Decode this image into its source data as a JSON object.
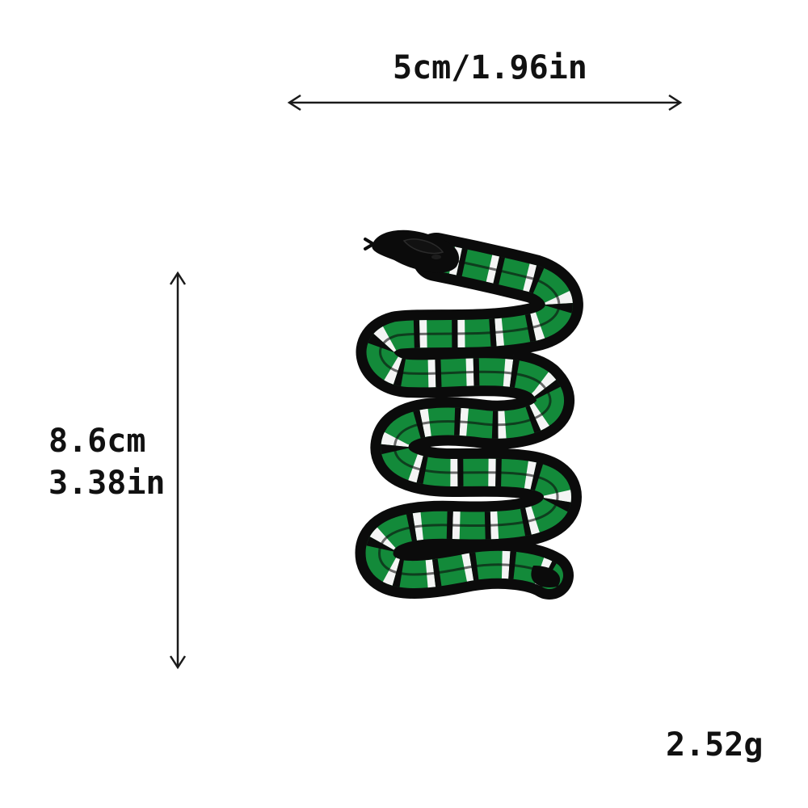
{
  "dimensions": {
    "width_text": "5cm/1.96in",
    "height_text_cm": "8.6cm",
    "height_text_in": "3.38in",
    "weight_text": "2.52g"
  },
  "product": {
    "icon": "snake-patch",
    "colors": {
      "outline": "#0b0b0b",
      "body": "#138a3a",
      "stripe": "#f4f4f4"
    }
  },
  "colors": {
    "text": "#111111",
    "arrow": "#1a1a1a",
    "background": "#ffffff"
  }
}
